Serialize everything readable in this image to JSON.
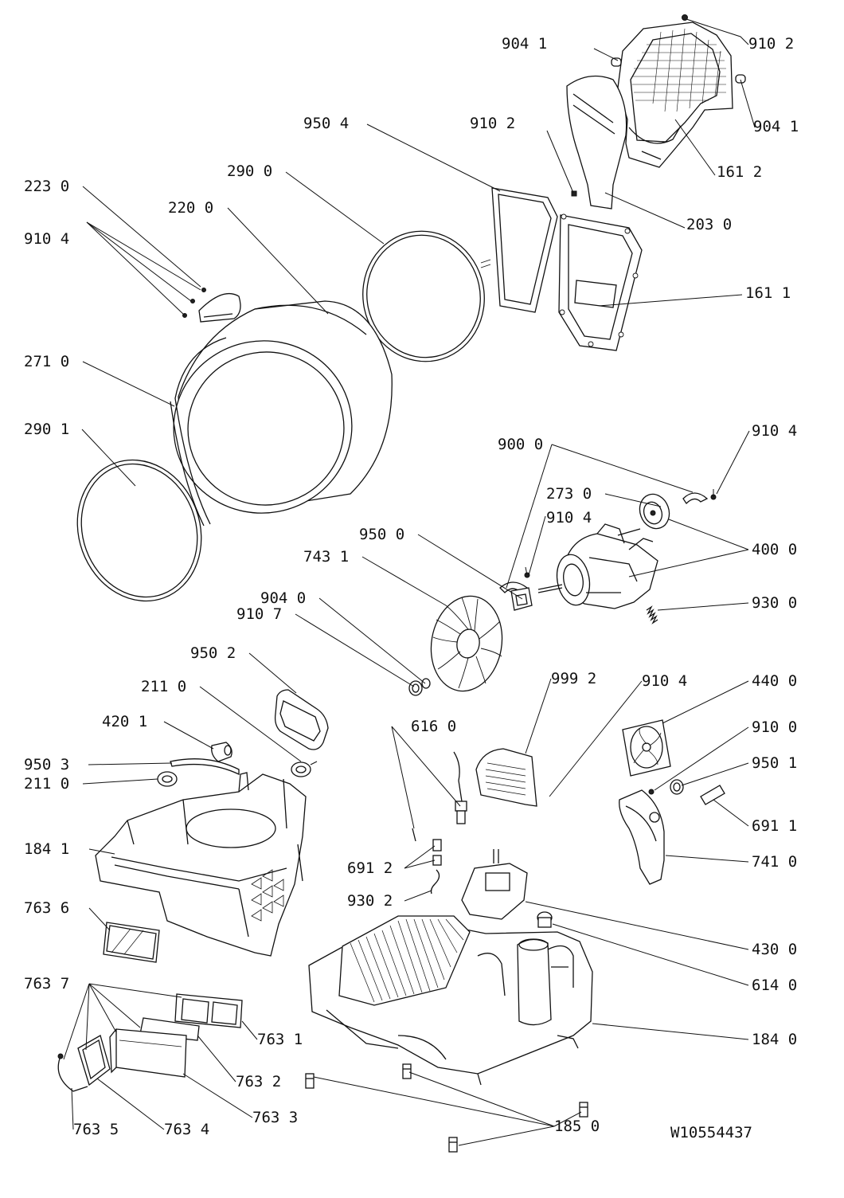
{
  "drawing_number": "W10554437",
  "callouts": [
    {
      "id": "c9041a",
      "label": "904 1"
    },
    {
      "id": "c9102a",
      "label": "910 2"
    },
    {
      "id": "c9041b",
      "label": "904 1"
    },
    {
      "id": "c9504",
      "label": "950 4"
    },
    {
      "id": "c9102b",
      "label": "910 2"
    },
    {
      "id": "c1612",
      "label": "161 2"
    },
    {
      "id": "c2900",
      "label": "290 0"
    },
    {
      "id": "c2230",
      "label": "223 0"
    },
    {
      "id": "c2200",
      "label": "220 0"
    },
    {
      "id": "c2030",
      "label": "203 0"
    },
    {
      "id": "c9104a",
      "label": "910 4"
    },
    {
      "id": "c1611",
      "label": "161 1"
    },
    {
      "id": "c2710",
      "label": "271 0"
    },
    {
      "id": "c2901",
      "label": "290 1"
    },
    {
      "id": "c9000",
      "label": "900 0"
    },
    {
      "id": "c9104b",
      "label": "910 4"
    },
    {
      "id": "c2730",
      "label": "273 0"
    },
    {
      "id": "c9104c",
      "label": "910 4"
    },
    {
      "id": "c9500",
      "label": "950 0"
    },
    {
      "id": "c4000",
      "label": "400 0"
    },
    {
      "id": "c7431",
      "label": "743 1"
    },
    {
      "id": "c9040",
      "label": "904 0"
    },
    {
      "id": "c9107",
      "label": "910 7"
    },
    {
      "id": "c9300",
      "label": "930 0"
    },
    {
      "id": "c9502",
      "label": "950 2"
    },
    {
      "id": "c2110a",
      "label": "211 0"
    },
    {
      "id": "c9992",
      "label": "999 2"
    },
    {
      "id": "c9104d",
      "label": "910 4"
    },
    {
      "id": "c4400",
      "label": "440 0"
    },
    {
      "id": "c4201",
      "label": "420 1"
    },
    {
      "id": "c6160",
      "label": "616 0"
    },
    {
      "id": "c9100",
      "label": "910 0"
    },
    {
      "id": "c9503",
      "label": "950 3"
    },
    {
      "id": "c9501",
      "label": "950 1"
    },
    {
      "id": "c2110b",
      "label": "211 0"
    },
    {
      "id": "c6911",
      "label": "691 1"
    },
    {
      "id": "c1841",
      "label": "184 1"
    },
    {
      "id": "c6912",
      "label": "691 2"
    },
    {
      "id": "c7410",
      "label": "741 0"
    },
    {
      "id": "c9302",
      "label": "930 2"
    },
    {
      "id": "c7636",
      "label": "763 6"
    },
    {
      "id": "c4300",
      "label": "430 0"
    },
    {
      "id": "c6140",
      "label": "614 0"
    },
    {
      "id": "c7637",
      "label": "763 7"
    },
    {
      "id": "c7631",
      "label": "763 1"
    },
    {
      "id": "c1840",
      "label": "184 0"
    },
    {
      "id": "c7632",
      "label": "763 2"
    },
    {
      "id": "c7633",
      "label": "763 3"
    },
    {
      "id": "c7635",
      "label": "763 5"
    },
    {
      "id": "c7634",
      "label": "763 4"
    },
    {
      "id": "c1850",
      "label": "185 0"
    }
  ]
}
